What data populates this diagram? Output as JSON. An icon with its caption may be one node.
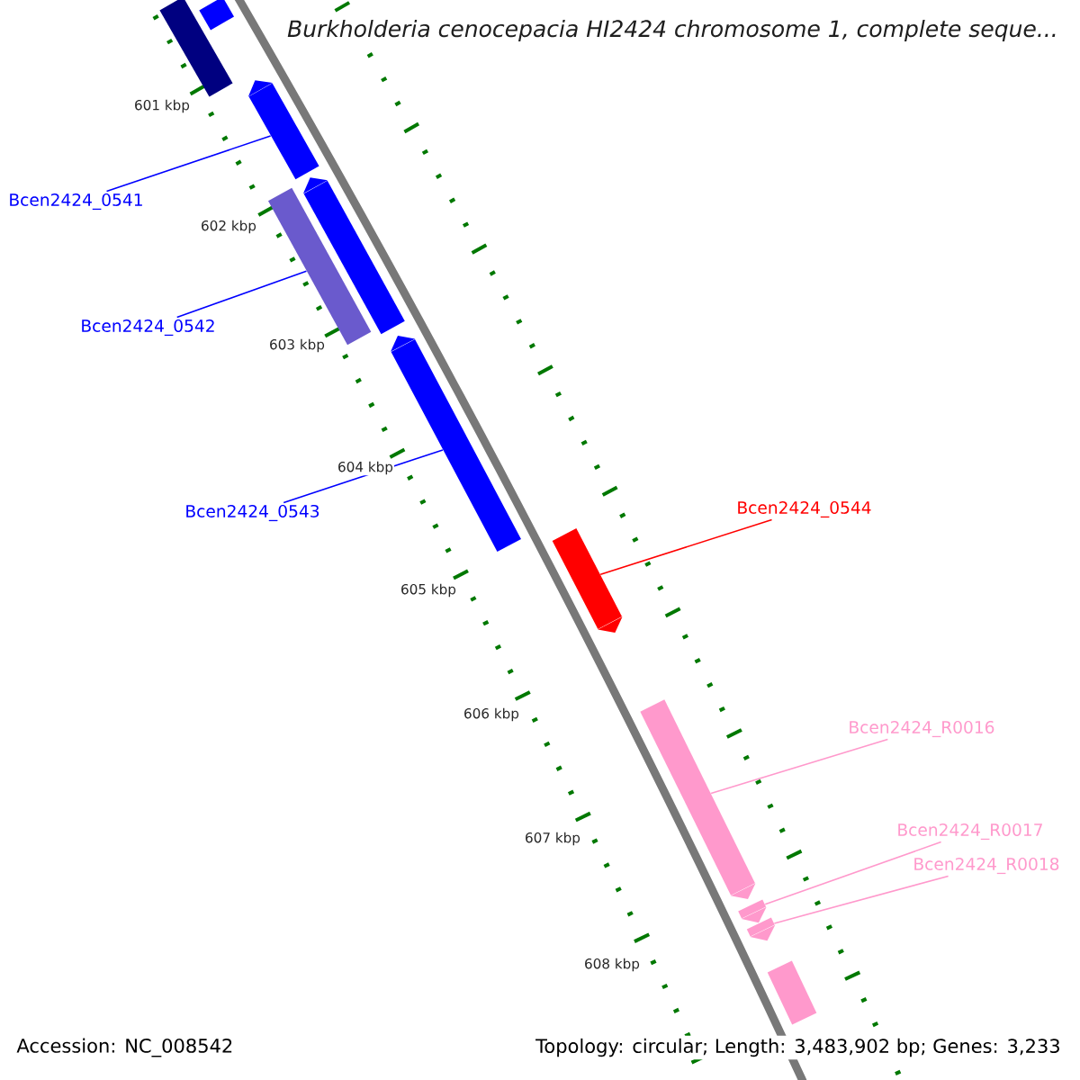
{
  "diagram": {
    "title": "Burkholderia cenocepacia HI2424 chromosome 1, complete seque...",
    "nodes": [
      {
        "text": [
          "Bcen2424_0541"
        ]
      },
      {
        "text": [
          "Bcen2424_0542"
        ]
      },
      {
        "text": [
          "Bcen2424_0543"
        ]
      },
      {
        "text": [
          "Bcen2424_0544"
        ]
      },
      {
        "text": [
          "Bcen2424_R0016"
        ]
      },
      {
        "text": [
          "Bcen2424_R0017"
        ]
      },
      {
        "text": [
          "Bcen2424_R0018"
        ]
      },
      {
        "text": [],
        "shape": "bar"
      },
      {
        "text": [],
        "shape": "bar"
      },
      {
        "text": [],
        "shape": "bar"
      },
      {
        "text": [],
        "shape": "bar"
      },
      {
        "text": [],
        "shape": "bar"
      },
      {
        "text": [],
        "shape": "bar"
      },
      {
        "text": [],
        "shape": "bar"
      },
      {
        "text": [],
        "shape": "bar"
      },
      {
        "text": [],
        "shape": "bar"
      },
      {
        "text": [],
        "shape": "bar"
      },
      {
        "text": [],
        "shape": "bar"
      }
    ],
    "edges": [
      {
        "from": 0,
        "to": 9,
        "arrow": "none",
        "color": "#0000ff"
      },
      {
        "from": 1,
        "to": 11,
        "arrow": "none",
        "color": "#0000ff"
      },
      {
        "from": 2,
        "to": 12,
        "arrow": "none",
        "color": "#0000ff"
      },
      {
        "from": 3,
        "to": 13,
        "arrow": "none",
        "color": "#ff0000"
      },
      {
        "from": 4,
        "to": 14,
        "arrow": "none",
        "color": "#ff99cc"
      },
      {
        "from": 5,
        "to": 15,
        "arrow": "none",
        "color": "#ff99cc"
      },
      {
        "from": 6,
        "to": 16,
        "arrow": "none",
        "color": "#ff99cc"
      }
    ],
    "labels": [
      "601 kbp",
      "602 kbp",
      "603 kbp",
      "604 kbp",
      "605 kbp",
      "606 kbp",
      "607 kbp",
      "608 kbp",
      "Accession: NC_008542",
      "Topology: circular; Length: 3,483,902 bp; Genes: 3,233"
    ]
  }
}
